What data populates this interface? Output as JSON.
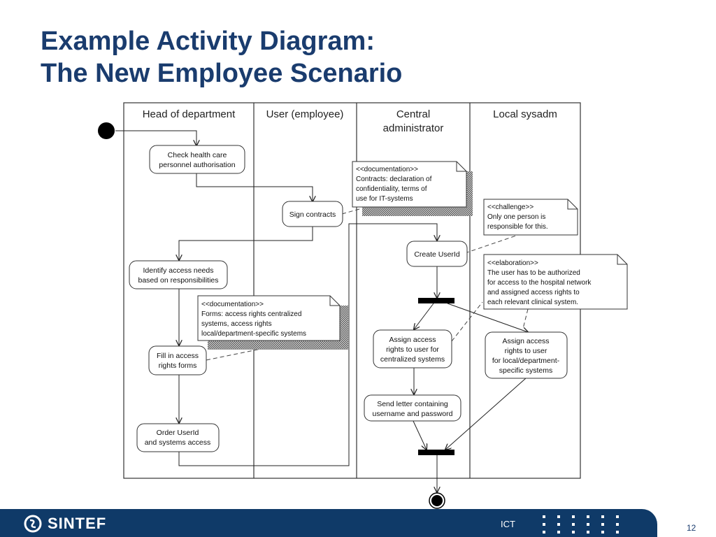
{
  "title": {
    "line1": "Example Activity Diagram:",
    "line2": "The New Employee Scenario"
  },
  "lanes": [
    {
      "label": "Head of department"
    },
    {
      "label": "User (employee)"
    },
    {
      "label_line1": "Central",
      "label_line2": "administrator"
    },
    {
      "label": "Local sysadm"
    }
  ],
  "activities": {
    "check_health": [
      "Check health care",
      "personnel authorisation"
    ],
    "sign_contracts": [
      "Sign contracts"
    ],
    "create_userid": [
      "Create UserId"
    ],
    "identify_needs": [
      "Identify access needs",
      "based on responsibilities"
    ],
    "fill_forms": [
      "Fill in access",
      "rights forms"
    ],
    "assign_central": [
      "Assign access",
      "rights to user for",
      "centralized systems"
    ],
    "assign_local": [
      "Assign access",
      "rights to user",
      "for local/department-",
      "specific systems"
    ],
    "send_letter": [
      "Send letter containing",
      "username and password"
    ],
    "order_userid": [
      "Order UserId",
      "and systems access"
    ]
  },
  "notes": {
    "doc_contracts": [
      "<<documentation>>",
      "Contracts: declaration of",
      "confidentiality, terms of",
      "use for IT-systems"
    ],
    "challenge": [
      "<<challenge>>",
      "Only one person is",
      "responsible for this."
    ],
    "elaboration": [
      "<<elaboration>>",
      "The user has to be authorized",
      "for access to the hospital network",
      "and assigned access rights to",
      "each relevant clinical system."
    ],
    "doc_forms": [
      "<<documentation>>",
      "Forms: access rights centralized",
      "systems, access rights",
      "local/department-specific systems"
    ]
  },
  "footer": {
    "logo": "SINTEF",
    "ict": "ICT",
    "page": "12"
  },
  "colors": {
    "title": "#1a3c6e",
    "footer_bar": "#0f3a68"
  }
}
